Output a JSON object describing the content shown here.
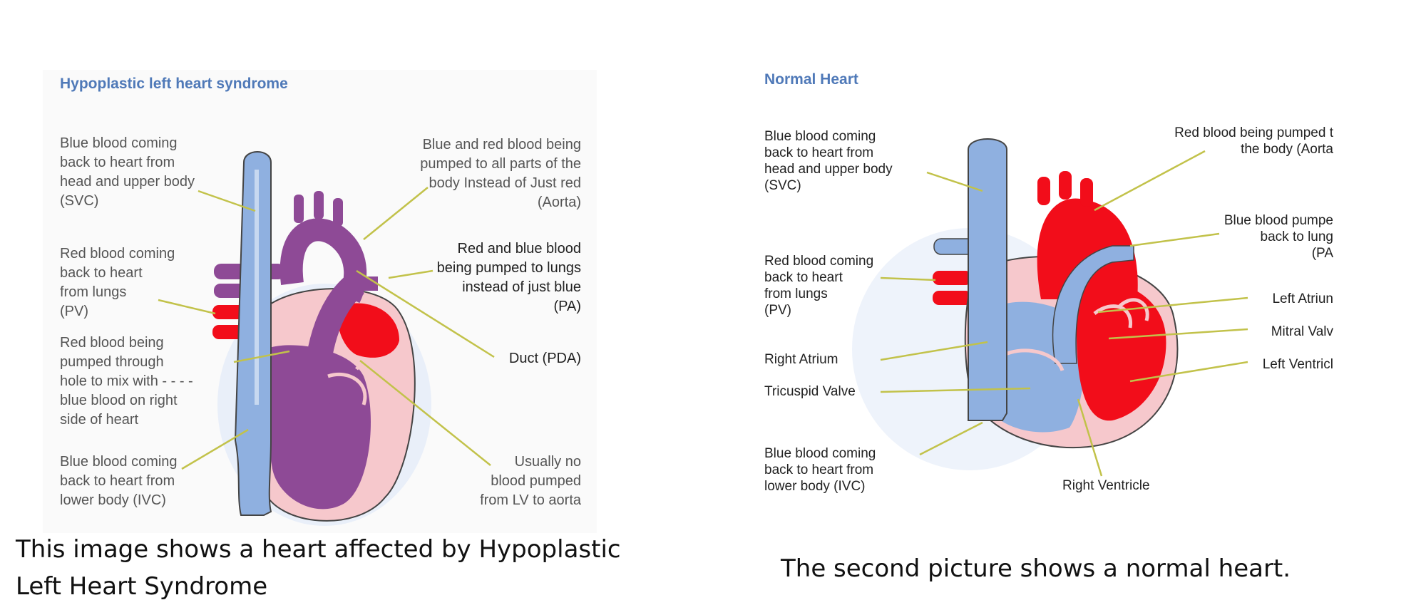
{
  "colors": {
    "title_blue": "#4f79b8",
    "vein_blue": "#8fb0e0",
    "oxygenated_red": "#f20d1a",
    "mixed_purple": "#8e4a96",
    "pericardium_pink": "#f6c8cc",
    "leader_line": "#c2c24a"
  },
  "hlhs": {
    "title": "Hypoplastic  left  heart  syndrome",
    "labels": {
      "svc": "Blue blood coming\nback to heart from\nhead and upper body\n(SVC)",
      "pv": "Red blood coming\nback to  heart\nfrom lungs\n(PV)",
      "hole": "Red blood being\npumped through\nhole to mix with  - - - -\nblue blood on right\nside of heart",
      "ivc": "Blue  blood  coming\nback to heart from\nlower body (IVC)",
      "aorta": "Blue and red blood being\npumped to all parts of the\nbody  Instead of Just red\n(Aorta)",
      "pa": "Red and blue blood\nbeing pumped to lungs\ninstead of just blue\n(PA)",
      "duct": "Duct (PDA)",
      "lv": "Usually no\nblood pumped\nfrom LV to aorta"
    }
  },
  "normal": {
    "title": "Normal Heart",
    "labels": {
      "svc": "Blue blood coming\nback to heart from\nhead and upper body\n(SVC)",
      "pv": "Red blood coming\nback to heart\nfrom lungs\n(PV)",
      "right_atrium": "Right Atrium",
      "tricuspid": "Tricuspid Valve",
      "ivc": "Blue blood coming\nback to heart from\nlower body (IVC)",
      "aorta": "Red blood being pumped t\nthe body (Aorta",
      "pa": "Blue blood pumpe\nback to lung\n(PA",
      "left_atrium": "Left Atriun",
      "mitral": "Mitral Valv",
      "left_ventricle": "Left Ventricl",
      "right_ventricle": "Right Ventricle"
    }
  },
  "captions": {
    "left": "This image shows a heart affected by Hypoplastic Left Heart Syndrome",
    "right": "The second picture shows a normal heart."
  }
}
